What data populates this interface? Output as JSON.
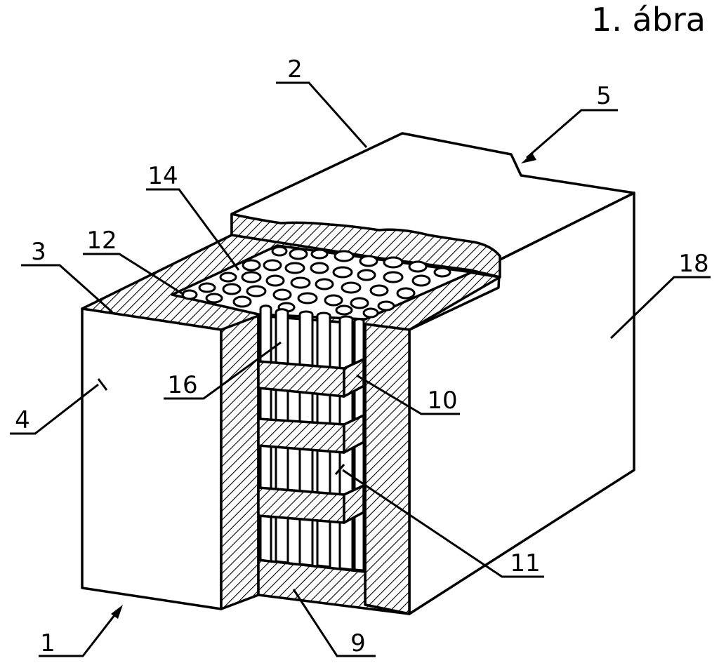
{
  "figure": {
    "title": "1. ábra",
    "labels": {
      "l1": "1",
      "l2": "2",
      "l3": "3",
      "l4": "4",
      "l5": "5",
      "l9": "9",
      "l10": "10",
      "l11": "11",
      "l12": "12",
      "l14": "14",
      "l16": "16",
      "l18": "18"
    }
  }
}
